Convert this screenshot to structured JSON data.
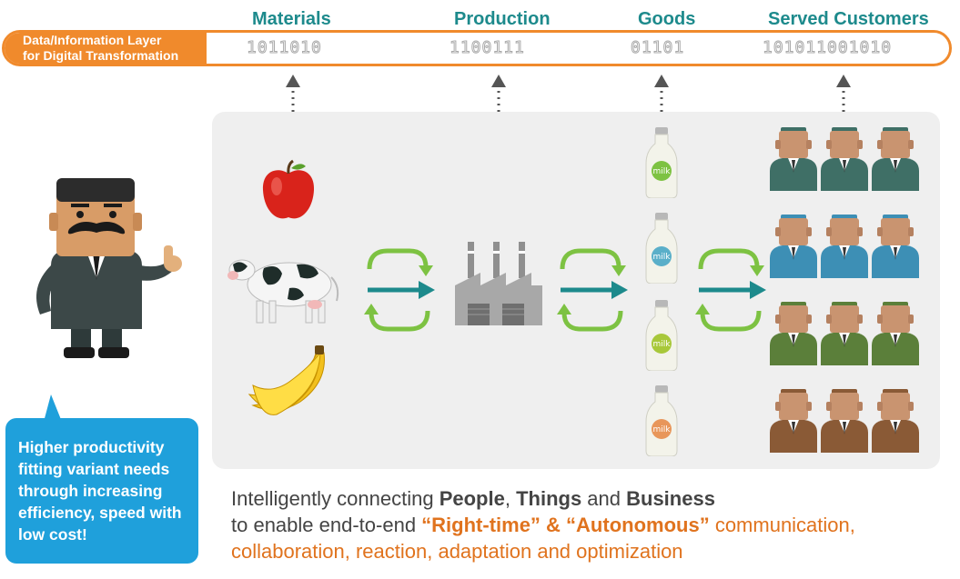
{
  "stages": [
    {
      "name": "Materials",
      "binary": "1011010"
    },
    {
      "name": "Production",
      "binary": "1100111"
    },
    {
      "name": "Goods",
      "binary": "01101"
    },
    {
      "name": "Served Customers",
      "binary": "101011001010"
    }
  ],
  "layer": {
    "line1": "Data/Information Layer",
    "line2": "for Digital Transformation"
  },
  "bottle_label": "milk",
  "speech": {
    "text": "Higher productivity fitting variant needs through increasing efficiency, speed with low cost!"
  },
  "bottom": {
    "l1_a": "Intelligently connecting ",
    "l1_people": "People",
    "l1_b": ", ",
    "l1_things": "Things",
    "l1_c": " and ",
    "l1_business": "Business",
    "l2_a": "to enable end-to-end ",
    "l2_righttime": "“Right-time” & “Autonomous”",
    "l2_b": " communication,",
    "l3": "collaboration, reaction, adaptation and optimization"
  },
  "colors": {
    "teal": "#1d8a8c",
    "orange": "#f08a2c",
    "green_cycle": "#7dc242",
    "blue_speech": "#1fa0db",
    "customer_rows": [
      "#3f6f66",
      "#3d8fb5",
      "#5b7f3a",
      "#8a5a36"
    ]
  }
}
